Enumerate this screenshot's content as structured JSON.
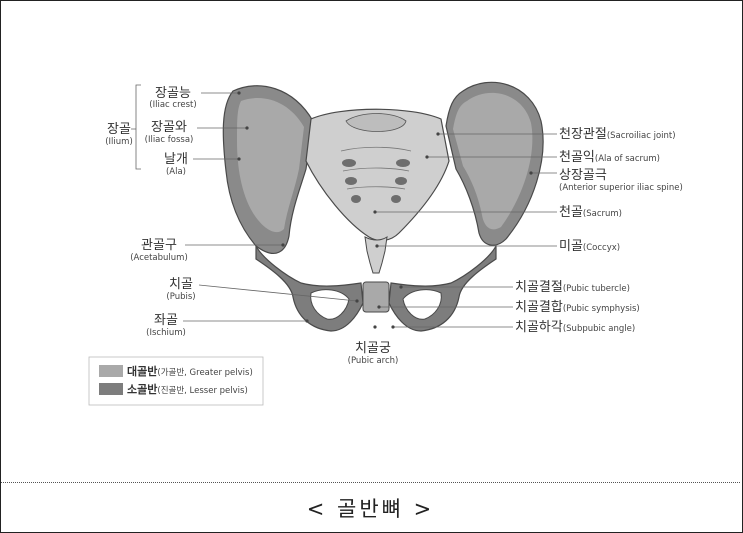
{
  "caption": "< 골반뼈 >",
  "colors": {
    "greater_pelvis": "#a9a9a9",
    "lesser_pelvis": "#7d7d7d",
    "light_bone": "#cfcfcf",
    "outline": "#4a4a4a"
  },
  "left_group": {
    "label": "장골",
    "sub": "(Ilium)"
  },
  "labels": {
    "iliac_crest": {
      "label": "장골능",
      "sub": "(Iliac crest)"
    },
    "iliac_fossa": {
      "label": "장골와",
      "sub": "(Iliac fossa)"
    },
    "ala": {
      "label": "날개",
      "sub": "(Ala)"
    },
    "acetabulum": {
      "label": "관골구",
      "sub": "(Acetabulum)"
    },
    "pubis": {
      "label": "치골",
      "sub": "(Pubis)"
    },
    "ischium": {
      "label": "좌골",
      "sub": "(Ischium)"
    },
    "pubic_arch": {
      "label": "치골궁",
      "sub": "(Pubic arch)"
    },
    "sacroiliac_joint": {
      "label": "천장관절",
      "sub": "(Sacroiliac joint)"
    },
    "ala_of_sacrum": {
      "label": "천골익",
      "sub": "(Ala of sacrum)"
    },
    "asis": {
      "label": "상장골극",
      "sub": "(Anterior superior iliac spine)"
    },
    "sacrum": {
      "label": "천골",
      "sub": "(Sacrum)"
    },
    "coccyx": {
      "label": "미골",
      "sub": "(Coccyx)"
    },
    "pubic_tubercle": {
      "label": "치골결절",
      "sub": "(Pubic tubercle)"
    },
    "pubic_symphysis": {
      "label": "치골결합",
      "sub": "(Pubic symphysis)"
    },
    "subpubic_angle": {
      "label": "치골하각",
      "sub": "(Subpubic angle)"
    }
  },
  "legend": {
    "greater": {
      "label": "대골반",
      "sub": "(가골반, Greater pelvis)"
    },
    "lesser": {
      "label": "소골반",
      "sub": "(진골반, Lesser pelvis)"
    }
  }
}
